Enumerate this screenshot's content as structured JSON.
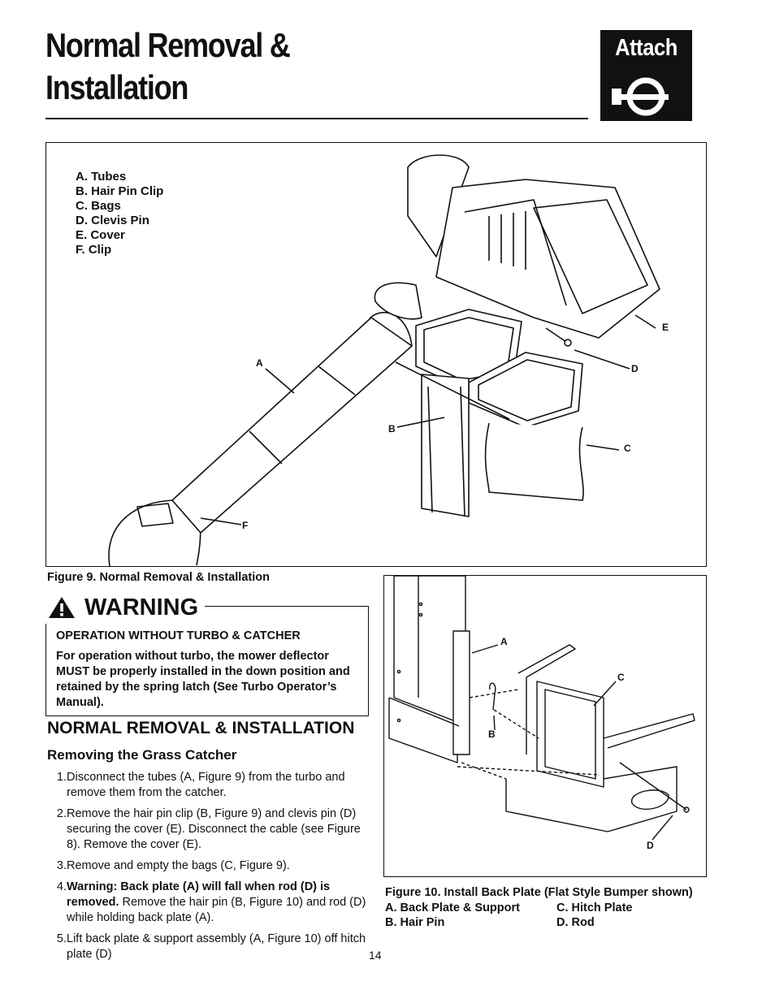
{
  "header": {
    "title_line1": "Normal Removal &",
    "title_line2": "Installation",
    "badge_label": "Attach"
  },
  "figure9": {
    "legend": [
      "A.  Tubes",
      "B.  Hair Pin Clip",
      "C.  Bags",
      "D.  Clevis Pin",
      "E.  Cover",
      "F.  Clip"
    ],
    "callouts": [
      "A",
      "B",
      "C",
      "D",
      "E",
      "F"
    ],
    "caption": "Figure 9.  Normal Removal & Installation"
  },
  "warning": {
    "title": "WARNING",
    "subtitle": "OPERATION WITHOUT TURBO & CATCHER",
    "body": "For operation without turbo, the mower deflector MUST be properly installed in the down position and retained by the spring latch (See Turbo Operator’s Manual)."
  },
  "section": {
    "heading": "NORMAL REMOVAL & INSTALLATION",
    "subheading": "Removing the Grass Catcher",
    "steps": [
      {
        "num": "1.",
        "bold": "",
        "text": "Disconnect the tubes (A, Figure 9) from the turbo and remove them from the catcher."
      },
      {
        "num": "2.",
        "bold": "",
        "text": "Remove the hair pin clip (B, Figure 9) and clevis pin (D) securing the cover (E).  Disconnect the cable (see Figure 8).  Remove the cover (E)."
      },
      {
        "num": "3.",
        "bold": "",
        "text": "Remove and empty the bags (C, Figure 9)."
      },
      {
        "num": "4.",
        "bold": "Warning: Back plate (A) will fall when rod (D) is removed.",
        "text": "  Remove the hair pin (B, Figure 10) and rod (D) while holding back plate (A)."
      },
      {
        "num": "5.",
        "bold": "",
        "text": "Lift back plate & support assembly (A, Figure 10) off hitch plate (D)"
      }
    ]
  },
  "figure10": {
    "callouts": [
      "A",
      "C",
      "B",
      "D"
    ],
    "caption": "Figure 10.  Install Back Plate (Flat Style Bumper shown)",
    "legend_left": [
      "A.  Back Plate & Support",
      "B.  Hair Pin"
    ],
    "legend_right": [
      "C.  Hitch Plate",
      "D.  Rod"
    ]
  },
  "footer": {
    "page_number": "14"
  }
}
